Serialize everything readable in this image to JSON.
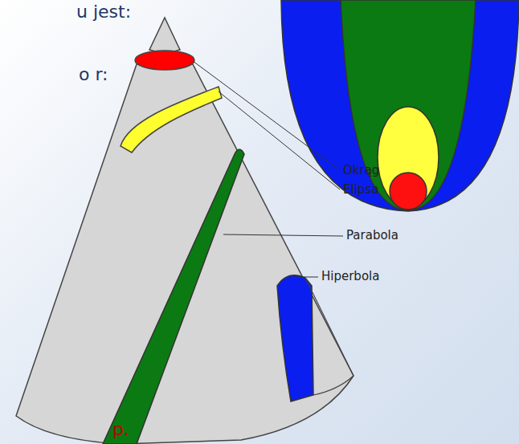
{
  "diagram": {
    "labels": [
      "u jest:",
      "o r:",
      "p.",
      "Okrąg",
      "Elipsa",
      "Parabola",
      "Hiperbola"
    ]
  }
}
